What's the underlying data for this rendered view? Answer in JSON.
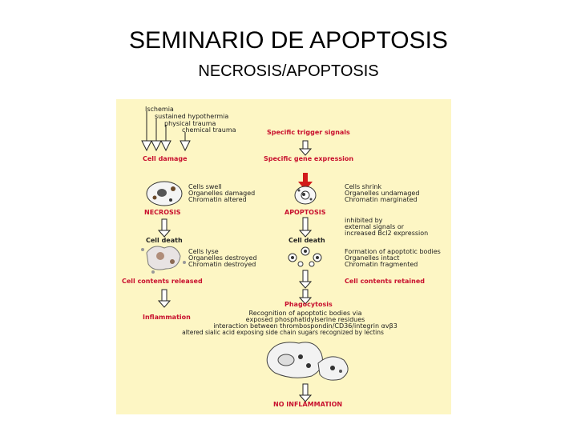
{
  "slide": {
    "title": "SEMINARIO DE APOPTOSIS",
    "subtitle": "NECROSIS/APOPTOSIS"
  },
  "colors": {
    "panel_bg": "#fdf6c4",
    "heading_red": "#c8102e",
    "arrow_red": "#d21a1a"
  },
  "figure": {
    "causes": [
      "Ischemia",
      "sustained hypothermia",
      "physical trauma",
      "chemical trauma"
    ],
    "specific_trigger": "Specific trigger signals",
    "cell_damage": "Cell damage",
    "specific_gene": "Specific gene expression",
    "necrosis_changes": [
      "Cells swell",
      "Organelles damaged",
      "Chromatin altered"
    ],
    "apoptosis_changes": [
      "Cells shrink",
      "Organelles undamaged",
      "Chromatin marginated"
    ],
    "necrosis": "NECROSIS",
    "apoptosis": "APOPTOSIS",
    "inhibited": [
      "inhibited by",
      "external signals or",
      "increased Bcl2 expression"
    ],
    "cell_death_left": "Cell death",
    "cell_death_right": "Cell death",
    "necrosis_death": [
      "Cells lyse",
      "Organelles destroyed",
      "Chromatin destroyed"
    ],
    "apoptosis_death": [
      "Formation of apoptotic bodies",
      "Organelles intact",
      "Chromatin fragmented"
    ],
    "contents_released": "Cell contents released",
    "contents_retained": "Cell contents retained",
    "phagocytosis": "Phagocytosis",
    "inflammation": "Inflammation",
    "recognition": [
      "Recognition of apoptotic bodies via",
      "exposed phosphatidylserine residues",
      "interaction between thrombospondin/CD36/integrin αvβ3",
      "altered sialic acid exposing side chain sugars recognized by lectins"
    ],
    "no_inflammation": "NO INFLAMMATION"
  }
}
